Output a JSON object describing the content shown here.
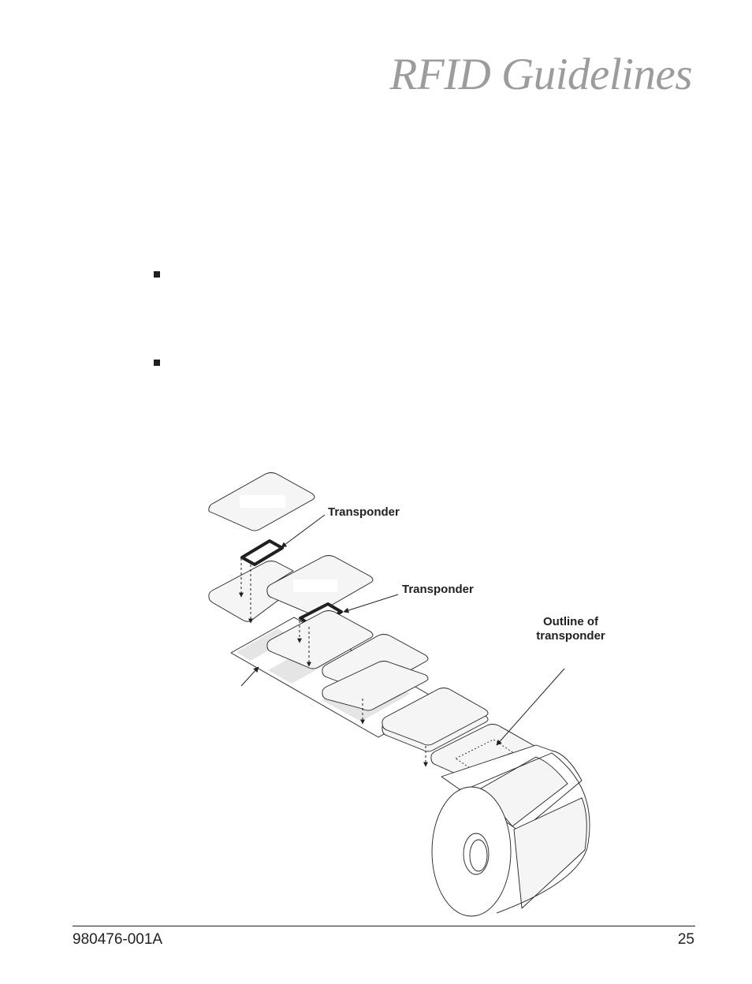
{
  "header": {
    "title": "RFID Guidelines"
  },
  "figure": {
    "labels": {
      "transponder_top": "Transponder",
      "transponder_middle": "Transponder",
      "outline_line1": "Outline of",
      "outline_line2": "transponder"
    },
    "colors": {
      "label_fill": "#f4f5f4",
      "liner_shadow": "#e5e5e5",
      "stroke": "#231f20"
    }
  },
  "footer": {
    "doc_number": "980476-001A",
    "page_number": "25"
  }
}
